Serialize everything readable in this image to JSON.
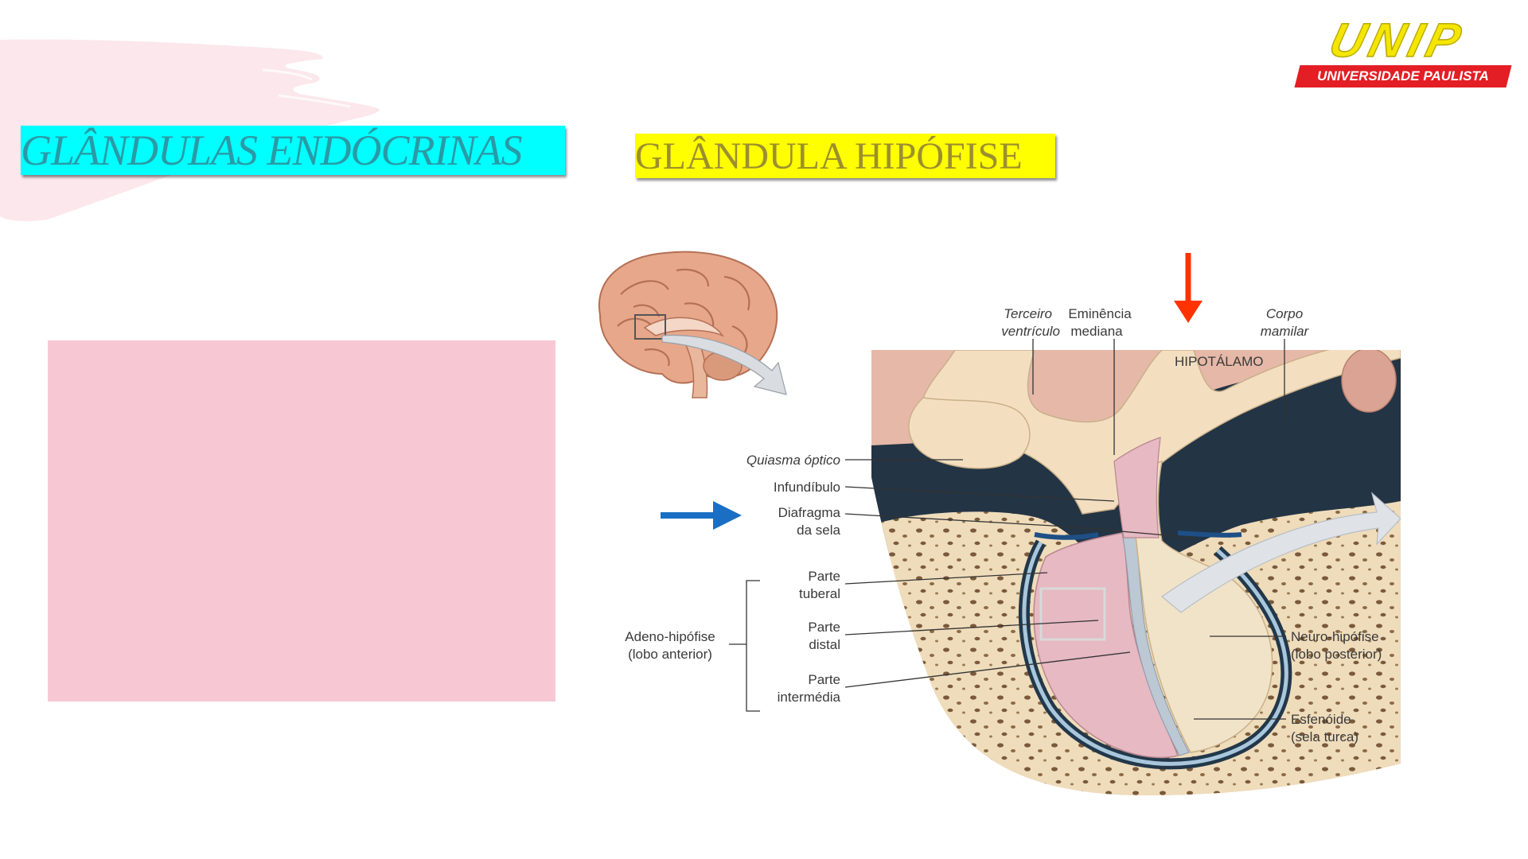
{
  "logo": {
    "word": "UNIP",
    "subtitle": "UNIVERSIDADE PAULISTA"
  },
  "titles": {
    "main": "GLÂNDULAS ENDÓCRINAS",
    "sub": "GLÂNDULA HIPÓFISE"
  },
  "colors": {
    "title_main_bg": "#00ffff",
    "title_sub_bg": "#ffff00",
    "pink_box": "#f7c8d4",
    "arrow_red": "#ff3300",
    "arrow_blue": "#1a6fc4",
    "logo_red": "#e31e24",
    "logo_yellow": "#f4e600"
  },
  "diagram": {
    "labels": {
      "terceiro_ventriculo_1": "Terceiro",
      "terceiro_ventriculo_2": "ventrículo",
      "eminencia_mediana_1": "Eminência",
      "eminencia_mediana_2": "mediana",
      "corpo_mamilar_1": "Corpo",
      "corpo_mamilar_2": "mamilar",
      "hipotalamo": "HIPOTÁLAMO",
      "quiasma_optico": "Quiasma óptico",
      "infundibulo": "Infundíbulo",
      "diafragma_1": "Diafragma",
      "diafragma_2": "da sela",
      "parte_tuberal_1": "Parte",
      "parte_tuberal_2": "tuberal",
      "parte_distal_1": "Parte",
      "parte_distal_2": "distal",
      "parte_intermedia_1": "Parte",
      "parte_intermedia_2": "intermédia",
      "adeno_1": "Adeno-hipófise",
      "adeno_2": "(lobo anterior)",
      "neuro_1": "Neuro-hipófise",
      "neuro_2": "(lobo posterior)",
      "esfenoide_1": "Esfenóide",
      "esfenoide_2": "(sela turca)"
    }
  }
}
